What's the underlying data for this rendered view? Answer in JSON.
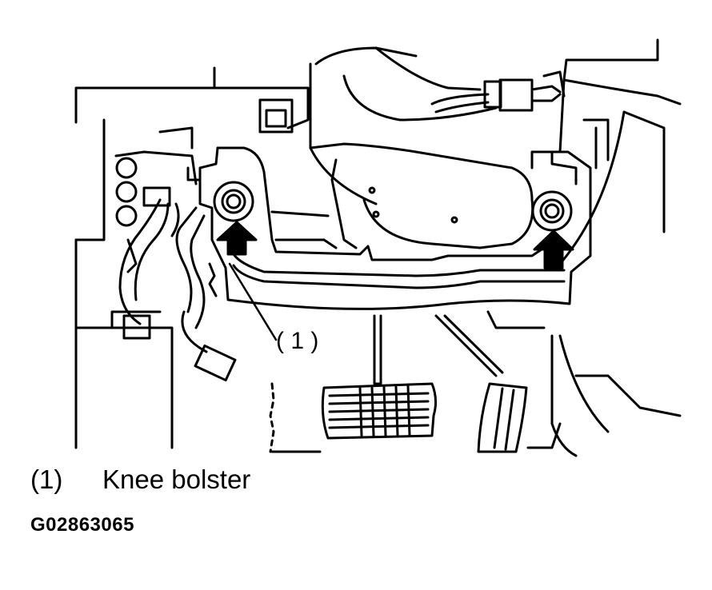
{
  "callout": {
    "label": "( 1 )"
  },
  "legend": [
    {
      "number": "(1)",
      "text": "Knee bolster"
    }
  ],
  "figure_id": "G02863065",
  "colors": {
    "ink": "#000000",
    "paper": "#ffffff"
  },
  "icons": [
    "up-arrow-icon",
    "bolt-icon"
  ]
}
